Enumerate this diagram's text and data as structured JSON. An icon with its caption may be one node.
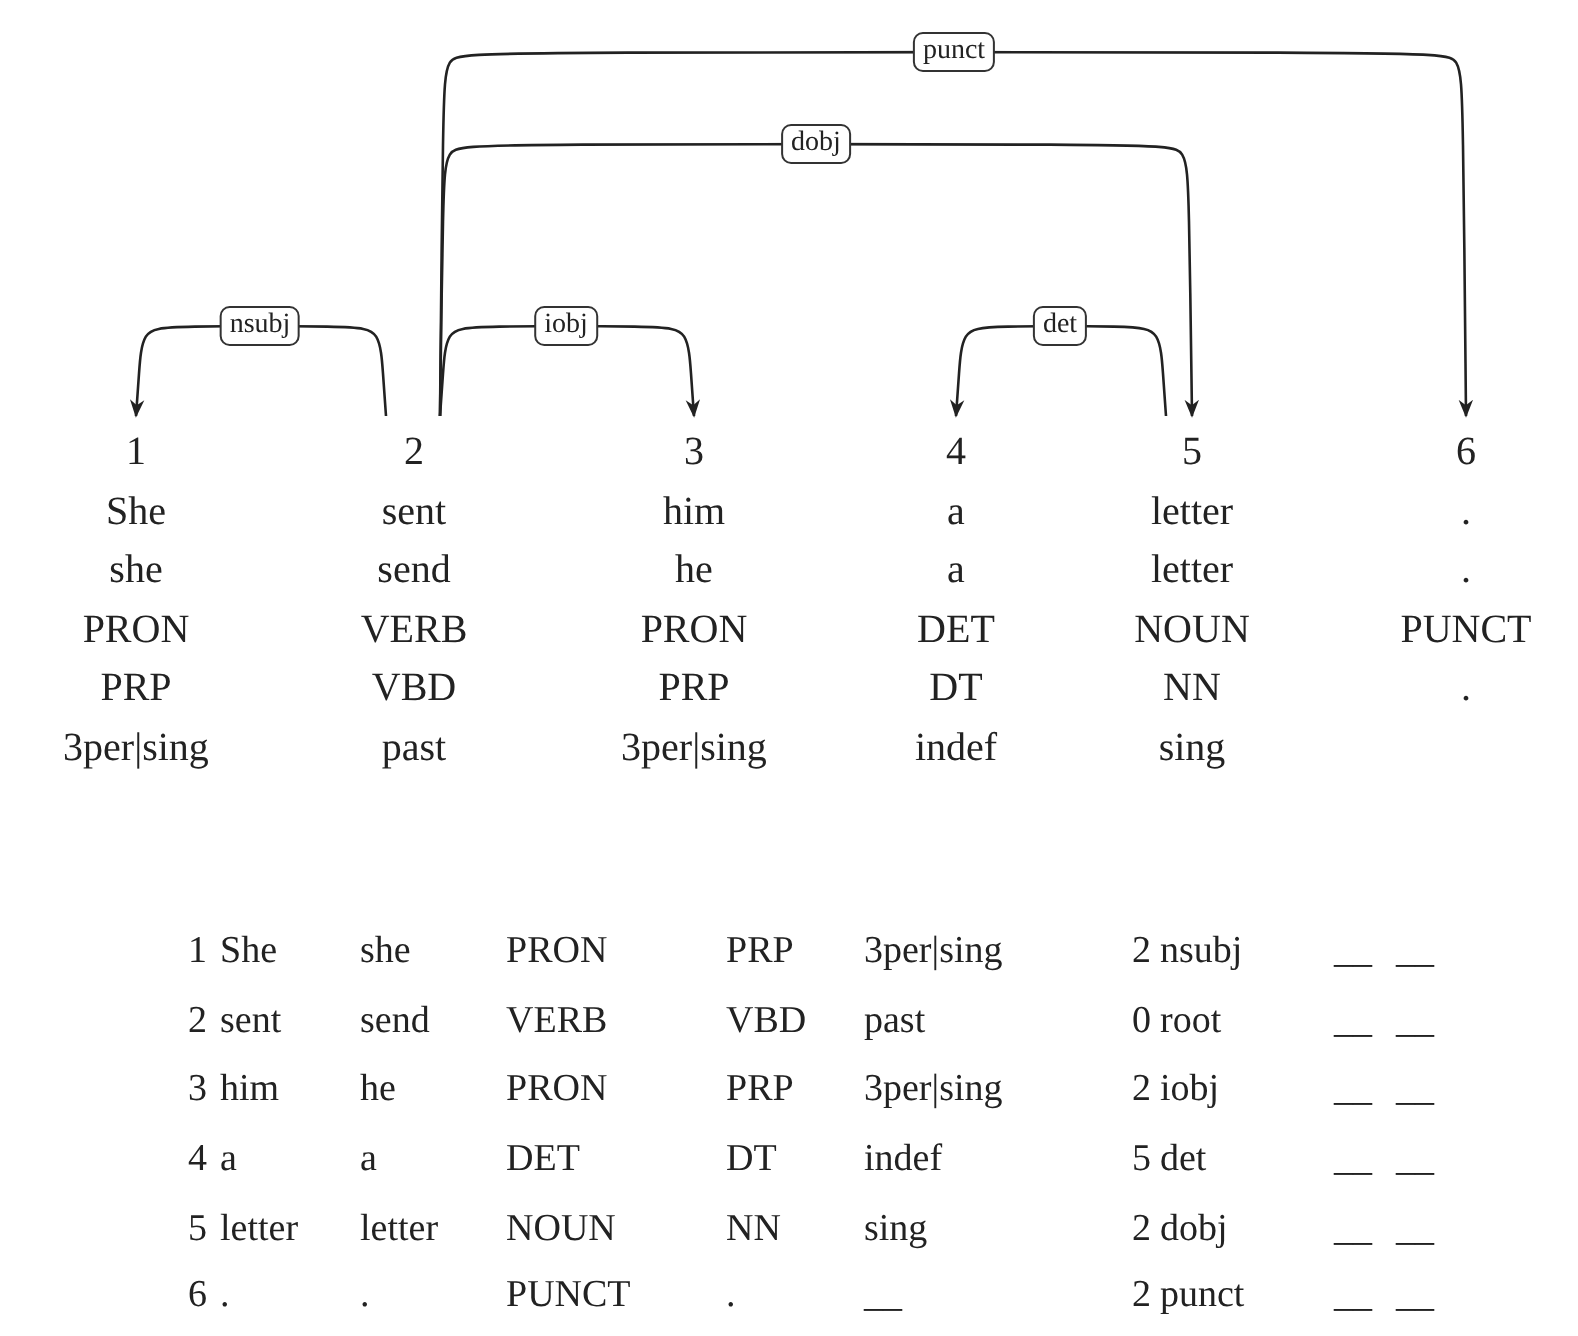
{
  "diagram": {
    "nodes": [
      {
        "text": [
          "1",
          "She",
          "she",
          "PRON",
          "PRP",
          "3per|sing"
        ]
      },
      {
        "text": [
          "2",
          "sent",
          "send",
          "VERB",
          "VBD",
          "past"
        ]
      },
      {
        "text": [
          "3",
          "him",
          "he",
          "PRON",
          "PRP",
          "3per|sing"
        ]
      },
      {
        "text": [
          "4",
          "a",
          "a",
          "DET",
          "DT",
          "indef"
        ]
      },
      {
        "text": [
          "5",
          "letter",
          "letter",
          "NOUN",
          "NN",
          "sing"
        ]
      },
      {
        "text": [
          "6",
          ".",
          ".",
          "PUNCT",
          "."
        ]
      }
    ],
    "edges": [
      {
        "from": 1,
        "to": 0,
        "arrow": "to",
        "label": "nsubj"
      },
      {
        "from": 1,
        "to": 2,
        "arrow": "to",
        "label": "iobj"
      },
      {
        "from": 4,
        "to": 3,
        "arrow": "to",
        "label": "det"
      },
      {
        "from": 1,
        "to": 4,
        "arrow": "to",
        "label": "dobj"
      },
      {
        "from": 1,
        "to": 5,
        "arrow": "to",
        "label": "punct"
      }
    ],
    "labels": [
      "1",
      "She",
      "she",
      "PRON",
      "PRP",
      "3per|sing",
      "2",
      "nsubj",
      "__",
      "__",
      "2",
      "sent",
      "send",
      "VERB",
      "VBD",
      "past",
      "0",
      "root",
      "__",
      "__",
      "3",
      "him",
      "he",
      "PRON",
      "PRP",
      "3per|sing",
      "2",
      "iobj",
      "__",
      "__",
      "4",
      "a",
      "a",
      "DET",
      "DT",
      "indef",
      "5",
      "det",
      "__",
      "__",
      "5",
      "letter",
      "letter",
      "NOUN",
      "NN",
      "sing",
      "2",
      "dobj",
      "__",
      "__",
      "6",
      ".",
      ".",
      "PUNCT",
      ".",
      "__",
      "2",
      "punct",
      "__",
      "__"
    ]
  }
}
